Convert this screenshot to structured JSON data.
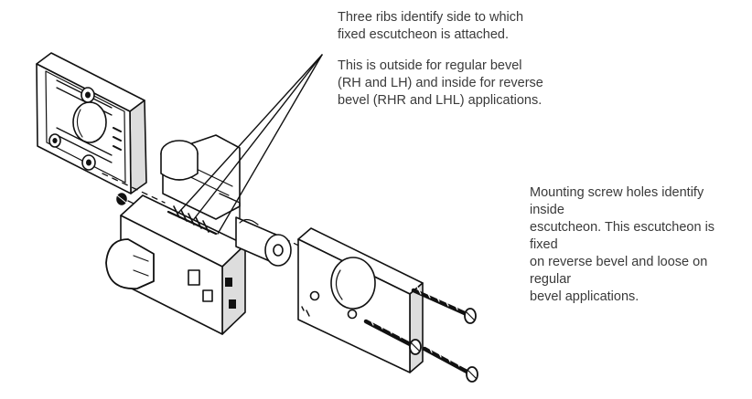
{
  "callouts": {
    "ribs": {
      "line1": "Three ribs identify side to which",
      "line2": "fixed escutcheon is attached.",
      "note_line1": "This is outside for regular bevel",
      "note_line2": "(RH and LH) and inside for reverse",
      "note_line3": "bevel (RHR and LHL) applications."
    },
    "mounting_holes": {
      "line1": "Mounting screw holes identify inside",
      "line2": "escutcheon. This escutcheon is fixed",
      "line3": "on reverse bevel and loose on regular",
      "line4": "bevel applications."
    }
  },
  "colors": {
    "ink": "#111111",
    "text": "#3a3a3a",
    "paper": "#ffffff"
  }
}
